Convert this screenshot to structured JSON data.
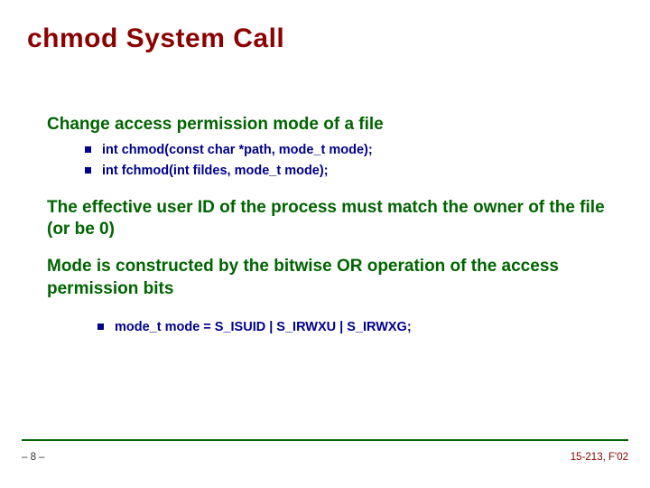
{
  "slide": {
    "title": "chmod System Call",
    "sections": [
      {
        "heading": "Change access permission mode of a file",
        "items": [
          "int chmod(const char *path, mode_t mode);",
          "int fchmod(int fildes, mode_t mode);"
        ]
      },
      {
        "heading": "The effective user ID of the process must match the owner of the file (or be 0)",
        "items": []
      },
      {
        "heading": "Mode is constructed by the bitwise OR operation of the access permission bits",
        "items": [
          "mode_t mode = S_ISUID | S_IRWXU | S_IRWXG;"
        ]
      }
    ],
    "footer": {
      "page": "– 8 –",
      "course": "15-213, F'02"
    },
    "colors": {
      "title": "#8b0000",
      "heading": "#006400",
      "bullet": "#00008b",
      "rule": "#006400"
    }
  }
}
